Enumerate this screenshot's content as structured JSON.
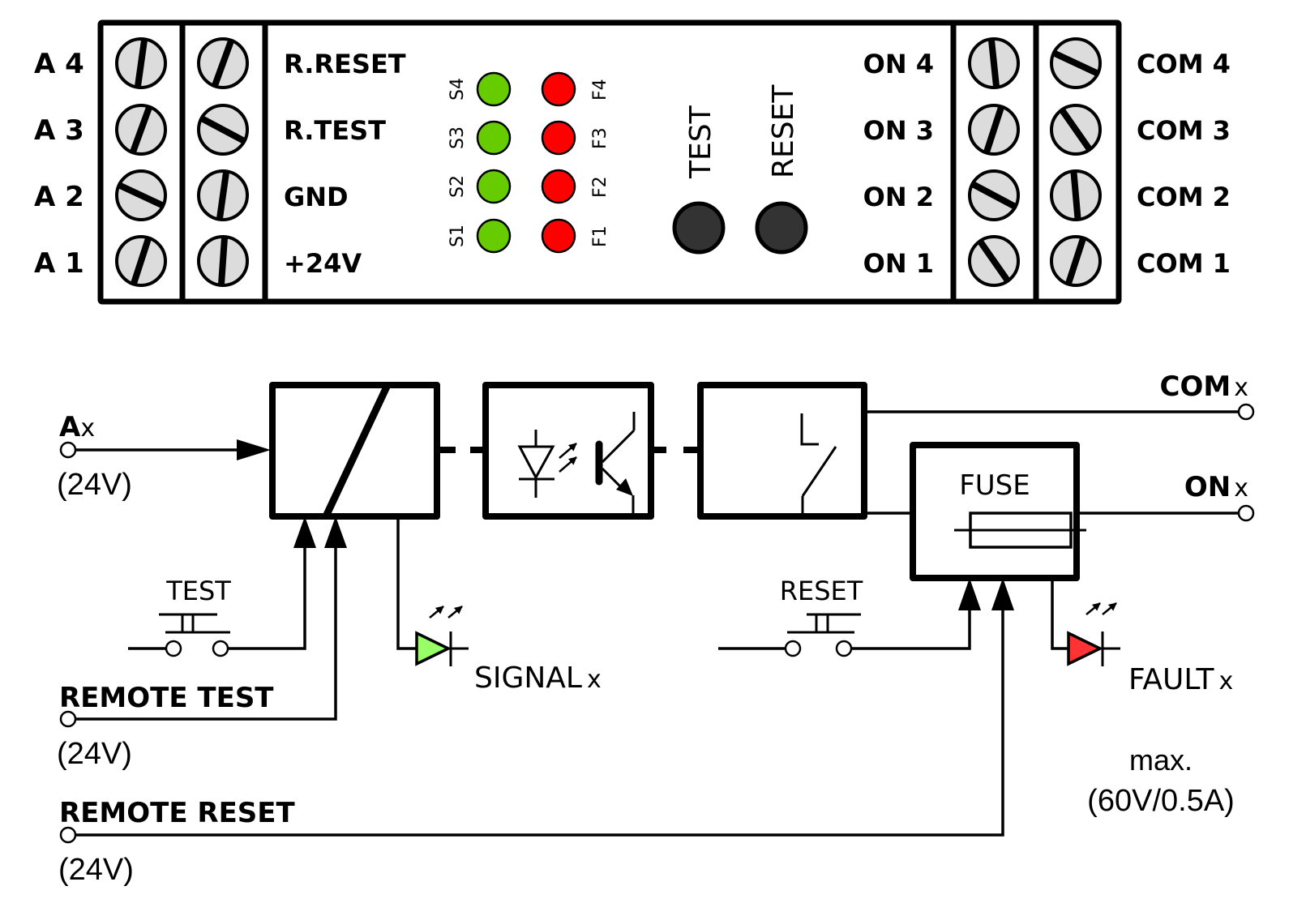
{
  "device": {
    "left_terminals": [
      "A 4",
      "A 3",
      "A 2",
      "A 1"
    ],
    "inner_left_labels": [
      "R.RESET",
      "R.TEST",
      "GND",
      "+24V"
    ],
    "signal_leds": [
      {
        "label": "S4",
        "color": "#66cc00"
      },
      {
        "label": "S3",
        "color": "#66cc00"
      },
      {
        "label": "S2",
        "color": "#66cc00"
      },
      {
        "label": "S1",
        "color": "#66cc00"
      }
    ],
    "fault_leds": [
      {
        "label": "F4",
        "color": "#ff0000"
      },
      {
        "label": "F3",
        "color": "#ff0000"
      },
      {
        "label": "F2",
        "color": "#ff0000"
      },
      {
        "label": "F1",
        "color": "#ff0000"
      }
    ],
    "buttons": [
      {
        "label": "TEST",
        "color": "#333333"
      },
      {
        "label": "RESET",
        "color": "#333333"
      }
    ],
    "inner_right_labels": [
      "ON 4",
      "ON 3",
      "ON 2",
      "ON 1"
    ],
    "right_terminals": [
      "COM 4",
      "COM 3",
      "COM 2",
      "COM 1"
    ],
    "screw_color": "#dcdcdc"
  },
  "schematic": {
    "input": {
      "name_main": "A",
      "name_sub": "x",
      "voltage": "(24V)"
    },
    "remote_test": {
      "label": "REMOTE TEST",
      "voltage": "(24V)"
    },
    "remote_reset": {
      "label": "REMOTE RESET",
      "voltage": "(24V)"
    },
    "test_button": "TEST",
    "reset_button": "RESET",
    "signal_led": {
      "label_main": "SIGNAL",
      "label_sub": "x",
      "color": "#99ff66"
    },
    "fault_led": {
      "label_main": "FAULT",
      "label_sub": "x",
      "color": "#ff3333"
    },
    "fuse_label": "FUSE",
    "com_output": {
      "main": "COM",
      "sub": "x"
    },
    "on_output": {
      "main": "ON",
      "sub": "x"
    },
    "rating": {
      "line1": "max.",
      "line2": "(60V/0.5A)"
    }
  }
}
